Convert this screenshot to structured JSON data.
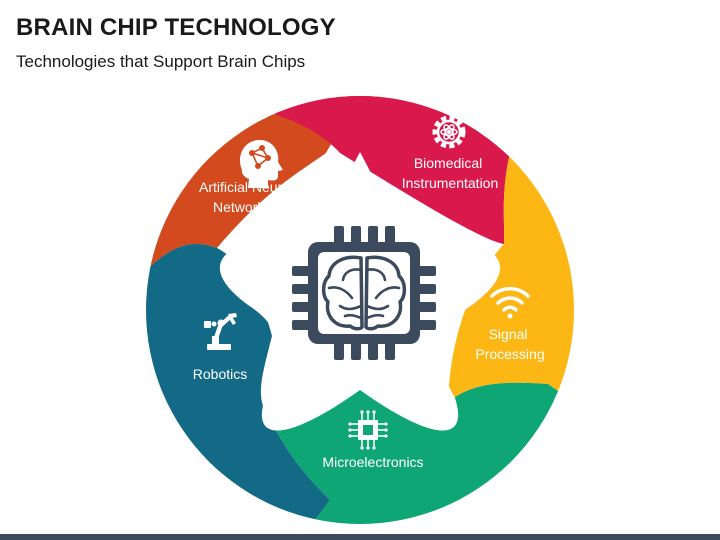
{
  "header": {
    "title": "BRAIN CHIP TECHNOLOGY",
    "subtitle": "Technologies that Support Brain Chips"
  },
  "segments": [
    {
      "id": "ann",
      "label_lines": [
        "Artificial Neural",
        "Networking"
      ],
      "color": "#d24a1e",
      "icon": "head-network-icon"
    },
    {
      "id": "bio",
      "label_lines": [
        "Biomedical",
        "Instrumentation"
      ],
      "color": "#d9184c",
      "icon": "atom-gear-icon"
    },
    {
      "id": "sig",
      "label_lines": [
        "Signal",
        "Processing"
      ],
      "color": "#fdb714",
      "icon": "wifi-icon"
    },
    {
      "id": "micro",
      "label_lines": [
        "Microelectronics"
      ],
      "color": "#0fa675",
      "icon": "microchip-icon"
    },
    {
      "id": "robot",
      "label_lines": [
        "Robotics"
      ],
      "color": "#136a86",
      "icon": "robotic-arm-icon"
    }
  ],
  "center": {
    "icon": "brain-chip-icon",
    "color": "#3b4a5c"
  }
}
